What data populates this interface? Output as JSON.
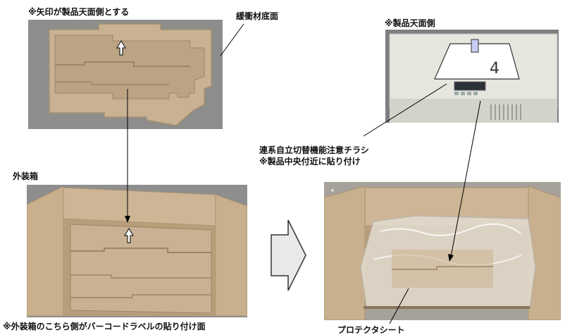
{
  "labels": {
    "top_left_note": "※矢印が製品天面側とする",
    "cushion_bottom": "緩衝材底面",
    "product_top_side": "※製品天面側",
    "outer_box": "外装箱",
    "flyer_line1": "連系自立切替機能注意チラシ",
    "flyer_line2": "※製品中央付近に貼り付け",
    "barcode_note": "※外装箱のこちら側がバーコードラベルの貼り付け面",
    "protect_sheet": "プロテクタシート"
  },
  "panel_display_glyph": "4",
  "colors": {
    "cardboard": "#c9b293",
    "cardboard_dark": "#a8916f",
    "background_gray": "#8e8e8e",
    "device_white": "#e8e8e0",
    "arrow_fill": "#e9e9e9"
  }
}
